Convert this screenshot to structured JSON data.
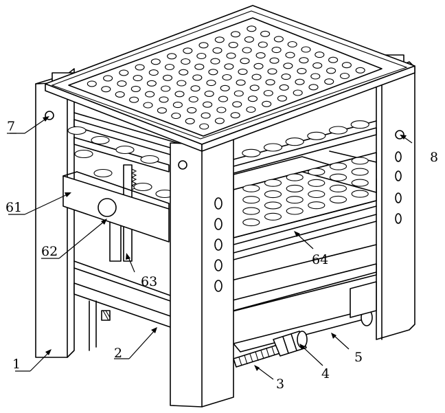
{
  "labels": {
    "l1": "1",
    "l2": "2",
    "l3": "3",
    "l4": "4",
    "l5": "5",
    "l7": "7",
    "l8": "8",
    "l61": "61",
    "l62": "62",
    "l63": "63",
    "l64": "64"
  }
}
